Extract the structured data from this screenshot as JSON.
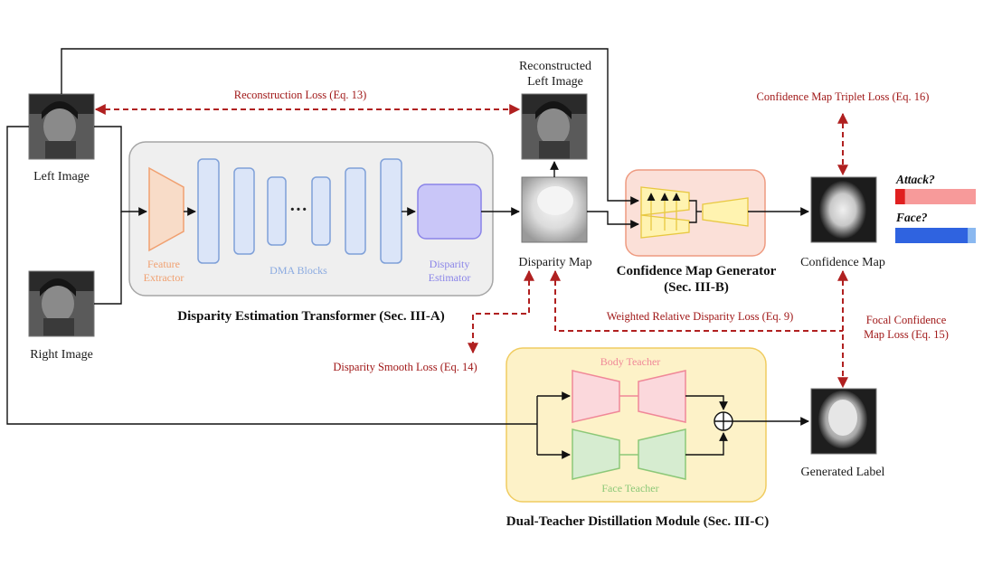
{
  "images": {
    "left": "Left Image",
    "right": "Right Image",
    "reconstructed_line1": "Reconstructed",
    "reconstructed_line2": "Left Image",
    "disparity": "Disparity Map",
    "confidence": "Confidence Map",
    "generated": "Generated Label"
  },
  "det": {
    "title": "Disparity Estimation Transformer (Sec. III-A)",
    "feature_line1": "Feature",
    "feature_line2": "Extractor",
    "dma": "DMA Blocks",
    "dots": "···",
    "estimator_line1": "Disparity",
    "estimator_line2": "Estimator"
  },
  "cmg": {
    "title_line1": "Confidence Map Generator",
    "title_line2": "(Sec. III-B)"
  },
  "dtd": {
    "title": "Dual-Teacher Distillation Module (Sec. III-C)",
    "body_teacher": "Body Teacher",
    "face_teacher": "Face Teacher"
  },
  "losses": {
    "reconstruction": "Reconstruction Loss (Eq. 13)",
    "triplet": "Confidence Map Triplet  Loss (Eq. 16)",
    "smooth": "Disparity  Smooth Loss (Eq. 14)",
    "weighted": "Weighted Relative Disparity  Loss (Eq. 9)",
    "focal_line1": "Focal Confidence",
    "focal_line2": "Map  Loss (Eq. 15)"
  },
  "outputs": {
    "attack_label": "Attack?",
    "face_label": "Face?",
    "attack_score": 0.12,
    "face_score": 0.9,
    "attack_color": "#f79a9a",
    "attack_fill_color": "#e02020",
    "face_color": "#2f63e0",
    "face_rest_color": "#8ab8f0"
  },
  "colors": {
    "loss_red": "#a01818",
    "det_bg": "#efefef",
    "cmg_bg": "#fbe0d8",
    "dtd_bg": "#fdf2c8",
    "feature_orange": "#f5c8a8",
    "dma_blue": "#dbe5f8",
    "estimator_violet": "#c9c6f8",
    "body_pink": "#fbd8dc",
    "face_green": "#d6ecd0"
  }
}
